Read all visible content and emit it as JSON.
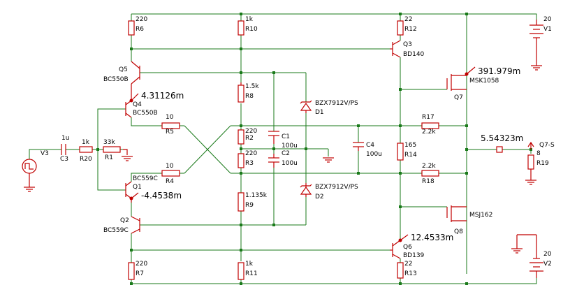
{
  "labels": {
    "R6": "R6",
    "R6_val": "220",
    "R10": "R10",
    "R10_val": "1k",
    "R12": "R12",
    "R12_val": "22",
    "V1": "V1",
    "V1_val": "20",
    "Q3": "Q3",
    "Q3_part": "BD140",
    "Q5": "Q5",
    "Q5_part": "BC550B",
    "Q4": "Q4",
    "Q4_part": "BC550B",
    "R8": "R8",
    "R8_val": "1.5k",
    "D1": "D1",
    "D1_part": "BZX7912V/PS",
    "Q7": "Q7",
    "Q7_part": "MSK1058",
    "R5": "R5",
    "R5_val": "10",
    "R2": "R2",
    "R2_val": "220",
    "C1": "C1",
    "C1_val": "100u",
    "R17": "R17",
    "R17_val": "2.2k",
    "V3": "V3",
    "C3": "C3",
    "C3_val": "1u",
    "R20": "R20",
    "R20_val": "1k",
    "R1": "R1",
    "R1_val": "33k",
    "C4": "C4",
    "C4_val": "100u",
    "R14": "R14",
    "R14_val": "165",
    "Q7S": "Q7-S",
    "R19": "R19",
    "R19_val": "8",
    "R3": "R3",
    "R3_val": "220",
    "C2": "C2",
    "C2_val": "100u",
    "R4": "R4",
    "R4_val": "10",
    "Q1": "Q1",
    "Q1_part": "BC559C",
    "R18": "R18",
    "R18_val": "2.2k",
    "R9": "R9",
    "R9_val": "1.135k",
    "D2": "D2",
    "D2_part": "BZX7912V/PS",
    "Q2": "Q2",
    "Q2_part": "BC559C",
    "Q8": "Q8",
    "Q8_part": "MSJ162",
    "Q6": "Q6",
    "Q6_part": "BD139",
    "R7": "R7",
    "R7_val": "220",
    "R11": "R11",
    "R11_val": "1k",
    "R13": "R13",
    "R13_val": "22",
    "V2": "V2",
    "V2_val": "20"
  },
  "probes": {
    "q4": "4.31126m",
    "q7": "391.979m",
    "out": "5.54323m",
    "q1": "-4.4538m",
    "q6": "12.4533m"
  }
}
